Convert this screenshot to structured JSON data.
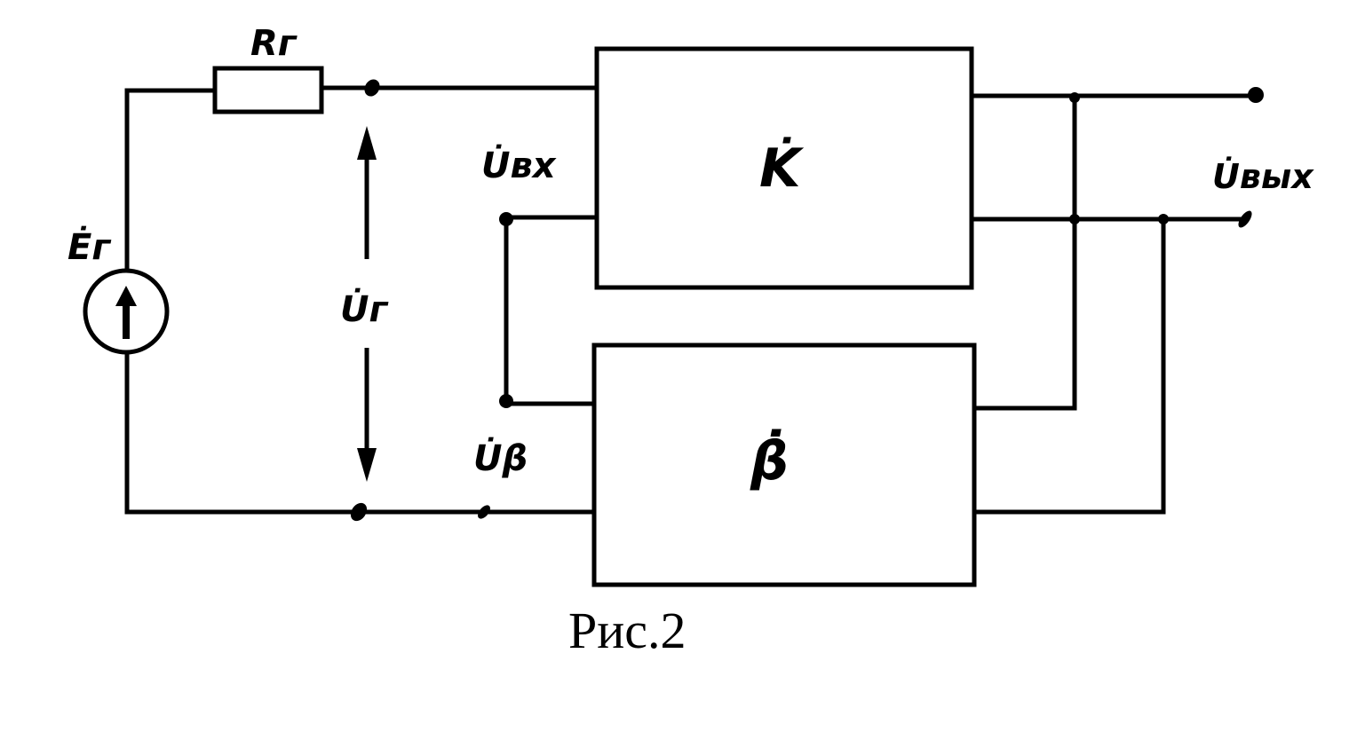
{
  "labels": {
    "resistor": "Rг",
    "source_emf": "Ėг",
    "input_voltage": "U̇г",
    "amp_input_voltage": "U̇вх",
    "feedback_voltage": "U̇β",
    "output_voltage": "U̇вых",
    "amplifier": "K̇",
    "feedback": "β̇"
  },
  "caption": "Рис.2"
}
